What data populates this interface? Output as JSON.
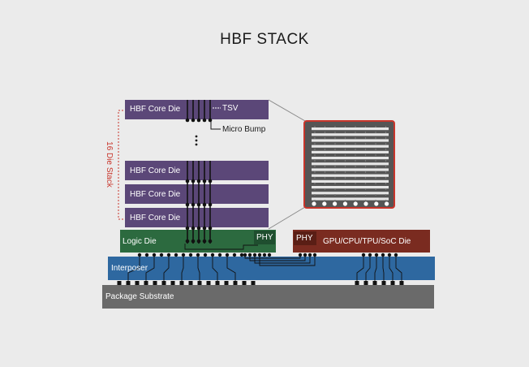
{
  "title": "HBF STACK",
  "labels": {
    "core_die": "HBF Core Die",
    "tsv": "TSV",
    "micro_bump": "Micro Bump",
    "die_stack": "16 Die Stack",
    "logic_die": "Logic Die",
    "phy": "PHY",
    "processor_die": "GPU/CPU/TPU/SoC Die",
    "interposer": "Interposer",
    "package_substrate": "Package Substrate"
  },
  "colors": {
    "core_die": "#5b4778",
    "logic_die": "#2c6a3f",
    "phy_box": "#1f4e2f",
    "processor_die": "#7a2b20",
    "interposer": "#2e68a0",
    "substrate": "#6a6a6a",
    "stack_bracket": "#c8352b",
    "zoom_border": "#c8352b"
  }
}
